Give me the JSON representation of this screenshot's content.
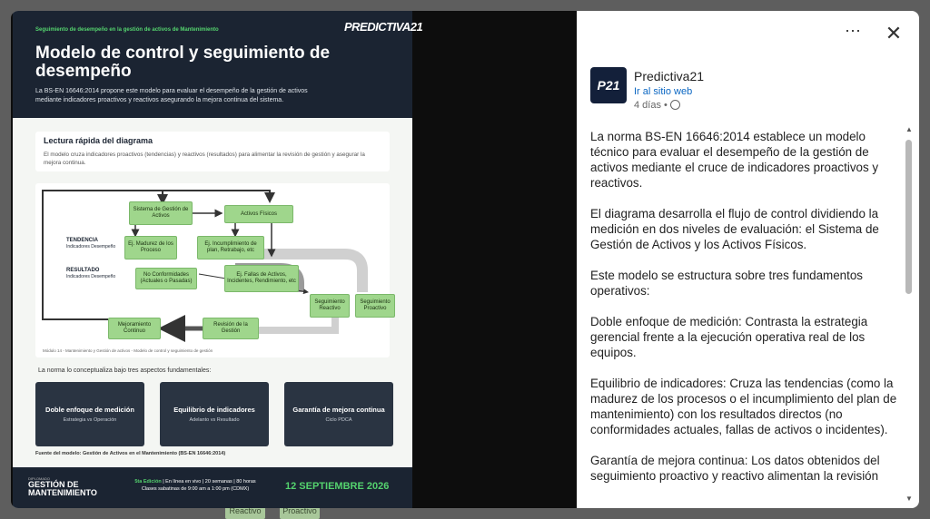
{
  "backdrop": {
    "peek_left": "Reactivo",
    "peek_right": "Proactivo"
  },
  "poster": {
    "supertitle": "Seguimiento de desempeño en la gestión de activos de Mantenimiento",
    "logo": "PREDICTIVA21",
    "title": "Modelo de control y seguimiento de desempeño",
    "description": "La BS-EN 16646:2014 propone este modelo para evaluar el desempeño de la gestión de activos mediante indicadores proactivos y reactivos asegurando la mejora continua del sistema.",
    "quick": {
      "heading": "Lectura rápida del diagrama",
      "text": "El modelo cruza indicadores proactivos (tendencias) y reactivos (resultados) para alimentar la revisión de gestión y asegurar la mejora continua."
    },
    "diagram": {
      "sga": "Sistema de Gestión de Activos",
      "af": "Activos Físicos",
      "tendencia": "TENDENCIA",
      "tendencia_sub": "Indicadores Desempeño",
      "resultado": "RESULTADO",
      "resultado_sub": "Indicadores Desempeño",
      "ej1": "Ej. Madurez de los Proceso",
      "ej2": "Ej. Incumplimiento de plan, Retrabajo, etc",
      "nc": "No Conformidades (Actuales o Pasadas)",
      "ej3": "Ej. Fallas de Activos, Incidentes, Rendimiento, etc",
      "sr": "Seguimiento Reactivo",
      "sp": "Seguimiento Proactivo",
      "rev": "Revisión de la Gestión",
      "mej": "Mejoramiento Continuo",
      "caption": "Módulo 14 - Mantenimiento y Gestión de activos - Modelo de control y seguimiento de gestión"
    },
    "aspects_intro": "La norma lo conceptualiza bajo tres aspectos fundamentales:",
    "cards": [
      {
        "title": "Doble enfoque de medición",
        "sub": "Estrategia vs Operación"
      },
      {
        "title": "Equilibrio de indicadores",
        "sub": "Adelanto vs Resultado"
      },
      {
        "title": "Garantía de mejora continua",
        "sub": "Ciclo PDCA"
      }
    ],
    "source": "Fuente del modelo: Gestión de Activos en el Mantenimiento (BS-EN 16646:2014)",
    "footer": {
      "diplomado": "DIPLOMADO",
      "program1": "GESTIÓN DE",
      "program2": "MANTENIMIENTO",
      "edition": "5ta Edición",
      "details": "| En línea en vivo | 20 semanas | 80 horas",
      "schedule": "Clases sabatinas de 9:00 am a 1:00 pm (CDMX)",
      "date": "12 SEPTIEMBRE 2026"
    }
  },
  "panel": {
    "more_icon": "⋯",
    "close_icon": "✕",
    "avatar_text": "P21",
    "author": "Predictiva21",
    "website_link": "Ir al sitio web",
    "age": "4 días •",
    "paragraphs": [
      "La norma BS-EN 16646:2014 establece un modelo técnico para evaluar el desempeño de la gestión de activos mediante el cruce de indicadores proactivos y reactivos.",
      "El diagrama desarrolla el flujo de control dividiendo la medición en dos niveles de evaluación: el Sistema de Gestión de Activos y los Activos Físicos.",
      "Este modelo se estructura sobre tres fundamentos operativos:",
      "Doble enfoque de medición: Contrasta la estrategia gerencial frente a la ejecución operativa real de los equipos.",
      "Equilibrio de indicadores: Cruza las tendencias (como la madurez de los procesos o el incumplimiento del plan de mantenimiento) con los resultados directos (no conformidades actuales, fallas de activos o incidentes).",
      "Garantía de mejora continua: Los datos obtenidos del seguimiento proactivo y reactivo alimentan la revisión"
    ]
  }
}
